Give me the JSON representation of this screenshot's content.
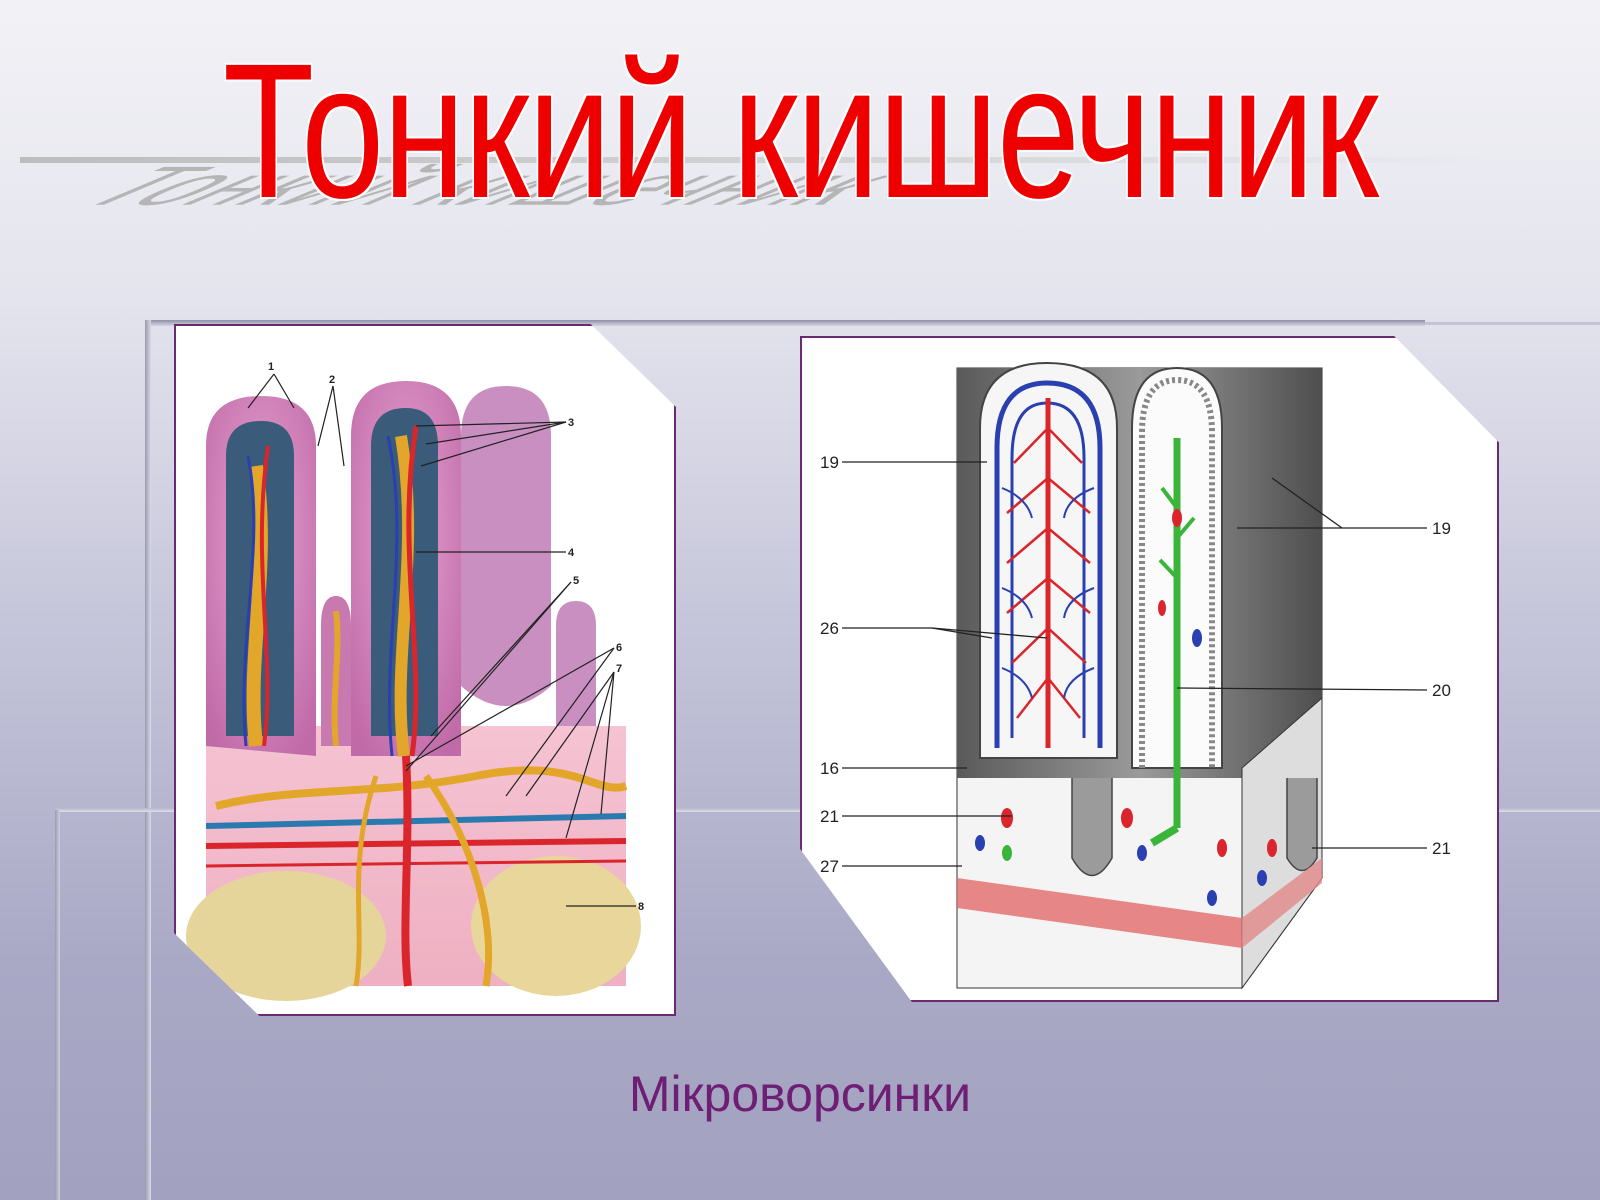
{
  "slide": {
    "title": "Тонкий кишечник",
    "caption": "Мікроворсинки"
  },
  "left_figure": {
    "labels": [
      "1",
      "2",
      "3",
      "4",
      "5",
      "6",
      "7",
      "8"
    ]
  },
  "right_figure": {
    "labels_left": [
      "19",
      "26",
      "16",
      "21",
      "27"
    ],
    "labels_right": [
      "19",
      "20",
      "21"
    ]
  },
  "colors": {
    "title": "#ee0000",
    "caption": "#6e1e74",
    "panel_border": "#6a2a72",
    "artery": "#d9252b",
    "vein": "#2a3fb0",
    "lacteal": "#3bb43a",
    "tissue": "#d77fb6"
  }
}
